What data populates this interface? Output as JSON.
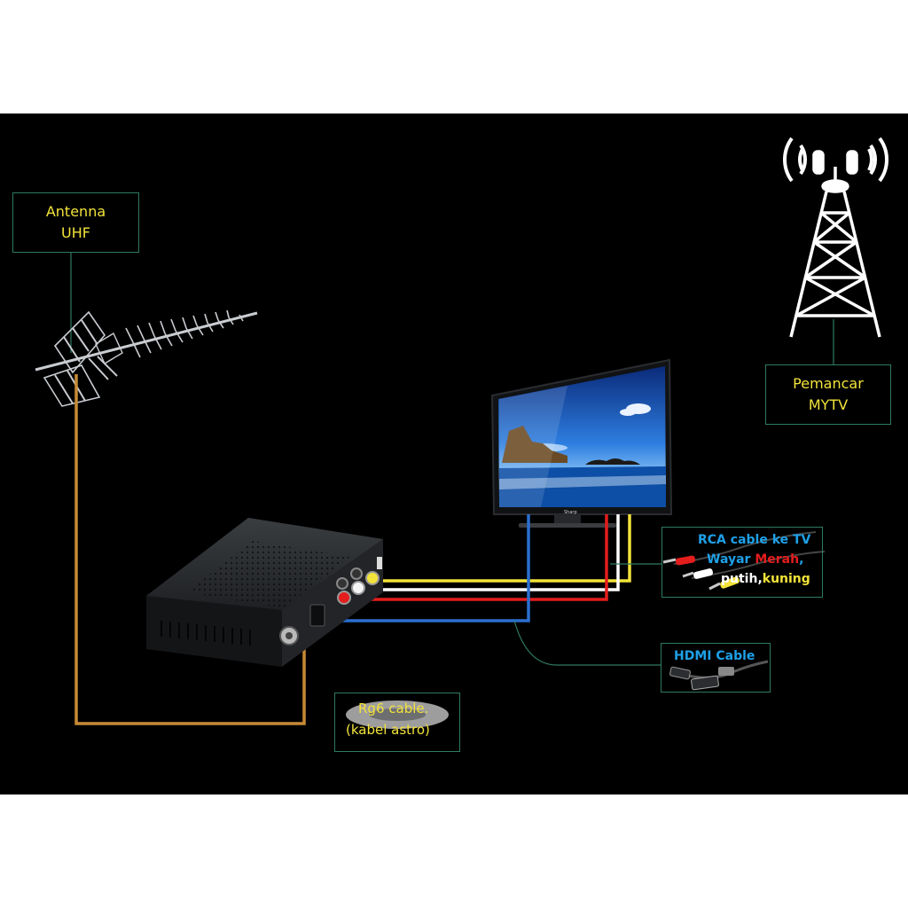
{
  "antenna_label": {
    "line1": "Antenna",
    "line2": "UHF"
  },
  "transmitter_label": {
    "line1": "Pemancar",
    "line2": "MYTV"
  },
  "rca_callout": {
    "line1": "RCA cable ke TV",
    "line2_a": "Wayar ",
    "line2_b": "Merah",
    "line2_c": ",",
    "line3_a": "putih,",
    "line3_b": "kuning"
  },
  "hdmi_callout": {
    "line1": "HDMI Cable"
  },
  "rg6_callout": {
    "line1": "Rg6 cable.",
    "line2": "(kabel astro)"
  },
  "tv_brand": "Sharp",
  "colors": {
    "background": "#000000",
    "frame": "#ffffff",
    "box_border": "#2f7a62",
    "label_text": "#f2e33a",
    "coax_cable": "#c78a35",
    "rca_yellow": "#f2e33a",
    "rca_white": "#ffffff",
    "rca_red": "#e41d1d",
    "hdmi_blue": "#2a6fcf"
  },
  "icons": [
    "yagi-antenna-icon",
    "transmission-tower-icon",
    "television-icon",
    "set-top-box-icon",
    "rca-cable-icon",
    "hdmi-cable-icon",
    "coax-cable-icon"
  ]
}
